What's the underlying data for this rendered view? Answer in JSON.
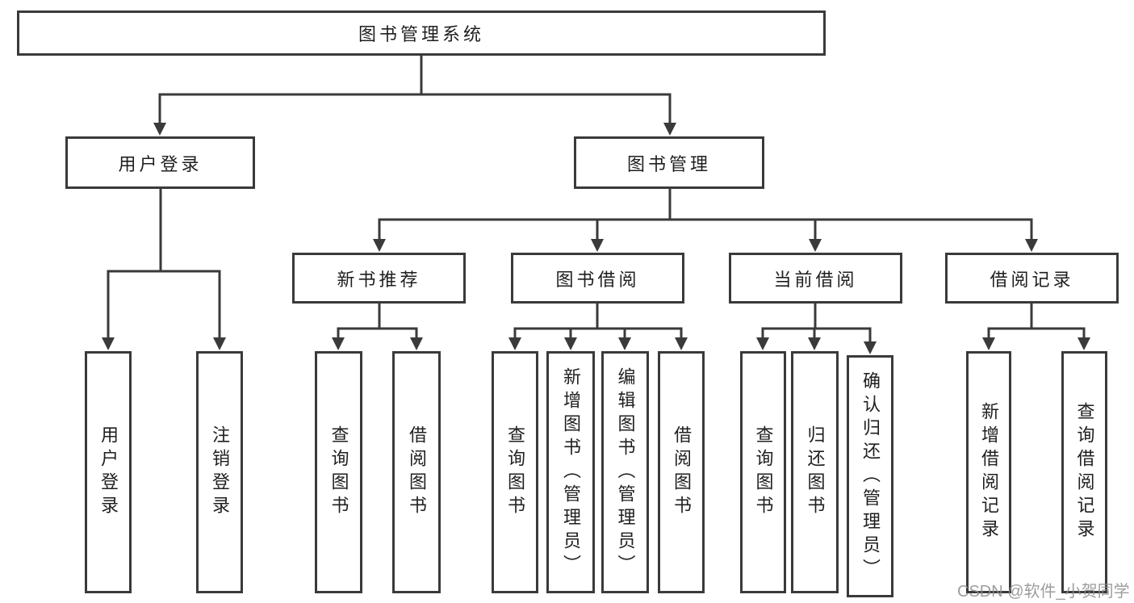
{
  "diagram": {
    "root": {
      "label": "图书管理系统"
    },
    "branches": [
      {
        "label": "用户登录",
        "children": [
          {
            "label": "用户登录"
          },
          {
            "label": "注销登录"
          }
        ]
      },
      {
        "label": "图书管理",
        "children": [
          {
            "label": "新书推荐",
            "children": [
              {
                "label": "查询图书"
              },
              {
                "label": "借阅图书"
              }
            ]
          },
          {
            "label": "图书借阅",
            "children": [
              {
                "label": "查询图书"
              },
              {
                "label": "新增图书（管理员）"
              },
              {
                "label": "编辑图书（管理员）"
              },
              {
                "label": "借阅图书"
              }
            ]
          },
          {
            "label": "当前借阅",
            "children": [
              {
                "label": "查询图书"
              },
              {
                "label": "归还图书"
              },
              {
                "label": "确认归还（管理员）"
              }
            ]
          },
          {
            "label": "借阅记录",
            "children": [
              {
                "label": "新增借阅记录"
              },
              {
                "label": "查询借阅记录"
              }
            ]
          }
        ]
      }
    ]
  },
  "watermark": {
    "text": "CSDN @软件_小贺同学"
  },
  "colors": {
    "line": "#3a3a3a",
    "text": "#1f1f1f",
    "background": "#ffffff",
    "watermark": "#8c8c8c"
  }
}
